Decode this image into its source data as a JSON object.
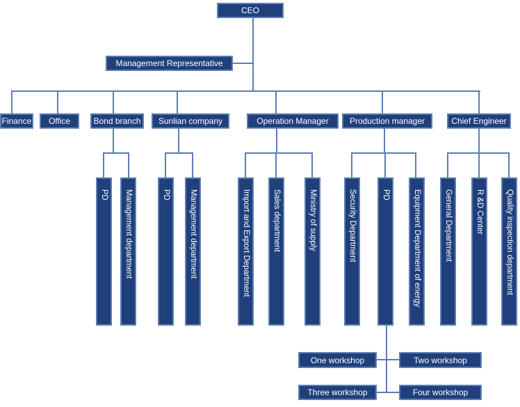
{
  "diagram": {
    "type": "org-chart",
    "root": "CEO"
  },
  "colors": {
    "node_fill": "#20407c",
    "node_border": "#5e7eb4",
    "connector": "#5b7db1",
    "text": "#ffffff",
    "background": "#ffffff"
  },
  "nodes": {
    "ceo": {
      "label": "CEO"
    },
    "management_representative": {
      "label": "Management Representative"
    },
    "finance": {
      "label": "Finance"
    },
    "office": {
      "label": "Office"
    },
    "bond_branch": {
      "label": "Bond branch"
    },
    "sunlian_company": {
      "label": "Sunlian company"
    },
    "operation_manager": {
      "label": "Operation Manager"
    },
    "production_manager": {
      "label": "Production manager"
    },
    "chief_engineer": {
      "label": "Chief Engineer"
    },
    "bond_pd": {
      "label": "PD"
    },
    "bond_management_department": {
      "label": "Management department"
    },
    "sunlian_pd": {
      "label": "PD"
    },
    "sunlian_management_department": {
      "label": "Management department"
    },
    "import_export_department": {
      "label": "Import and Export Department"
    },
    "sales_department": {
      "label": "Sales department"
    },
    "ministry_of_supply": {
      "label": "Ministry of supply"
    },
    "security_department": {
      "label": "Security Department"
    },
    "production_pd": {
      "label": "PD"
    },
    "equipment_department_of_energy": {
      "label": "Equipment Department of energy"
    },
    "general_department": {
      "label": "General Department"
    },
    "rd_center": {
      "label": "R &D Center"
    },
    "quality_inspection_department": {
      "label": "Quality inspection department"
    },
    "workshop_one": {
      "label": "One workshop"
    },
    "workshop_two": {
      "label": "Two workshop"
    },
    "workshop_three": {
      "label": "Three workshop"
    },
    "workshop_four": {
      "label": "Four workshop"
    }
  }
}
